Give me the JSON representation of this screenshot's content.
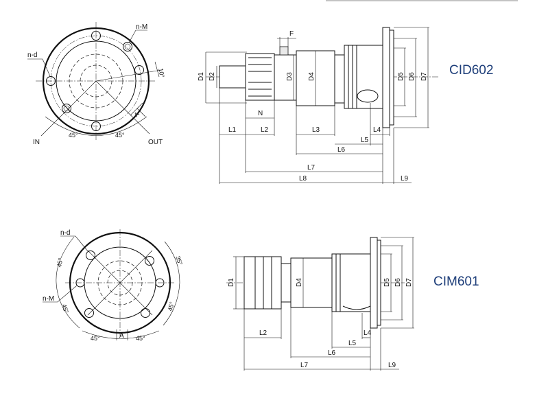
{
  "top": {
    "title": "CID602",
    "front_labels": {
      "holes_d": "n-d",
      "holes_m": "n-M",
      "angle_10": "10°",
      "dim_a": "A",
      "inlet": "IN",
      "outlet": "OUT",
      "angle_45_left": "45°",
      "angle_45_right": "45°"
    },
    "side_labels": {
      "d1": "D1",
      "d2": "D2",
      "d3": "D3",
      "d4": "D4",
      "d5": "D5",
      "d6": "D6",
      "d7": "D7",
      "f": "F",
      "n": "N",
      "l1": "L1",
      "l2": "L2",
      "l3": "L3",
      "l4": "L4",
      "l5": "L5",
      "l6": "L6",
      "l7": "L7",
      "l8": "L8",
      "l9": "L9"
    }
  },
  "bottom": {
    "title": "CIM601",
    "front_labels": {
      "holes_d": "n-d",
      "holes_m": "n-M",
      "angle_45_tl": "45°",
      "angle_35": "35°",
      "angle_45_ml": "45°",
      "angle_45_mr": "45°",
      "angle_45_bl": "45°",
      "angle_45_br": "45°",
      "dim_a": "A"
    },
    "side_labels": {
      "d1": "D1",
      "d4": "D4",
      "d5": "D5",
      "d6": "D6",
      "d7": "D7",
      "l2": "L2",
      "l4": "L4",
      "l5": "L5",
      "l6": "L6",
      "l7": "L7",
      "l9": "L9"
    }
  }
}
